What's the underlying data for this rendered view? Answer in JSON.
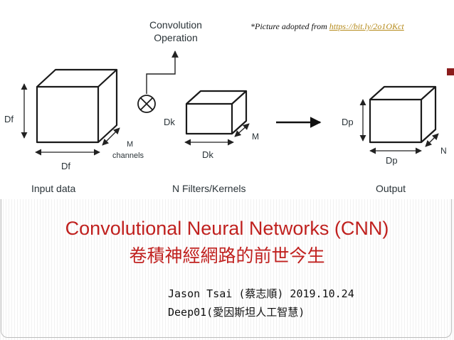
{
  "diagram": {
    "convolution_operation_line1": "Convolution",
    "convolution_operation_line2": "Operation",
    "input_dim_df_left": "Df",
    "input_dim_df_bottom": "Df",
    "input_channels_m": "M",
    "input_channels_word": "channels",
    "input_label": "Input data",
    "filter_dim_dk_left": "Dk",
    "filter_dim_dk_bottom": "Dk",
    "filter_dim_m": "M",
    "filters_label": "N Filters/Kernels",
    "output_dim_dp_left": "Dp",
    "output_dim_dp_bottom": "Dp",
    "output_dim_n": "N",
    "output_label": "Output"
  },
  "credit": {
    "text": "*Picture adopted from ",
    "link": "https://bit.ly/2o1OKct"
  },
  "title": {
    "english": "Convolutional Neural Networks (CNN)",
    "chinese": "卷積神經網路的前世今生"
  },
  "author": {
    "line": "Jason Tsai (蔡志順) 2019.10.24",
    "org": "Deep01(愛因斯坦人工智慧)"
  },
  "colors": {
    "title": "#c0211f",
    "link": "#b58a1a",
    "diagram_text": "#2a3338"
  }
}
